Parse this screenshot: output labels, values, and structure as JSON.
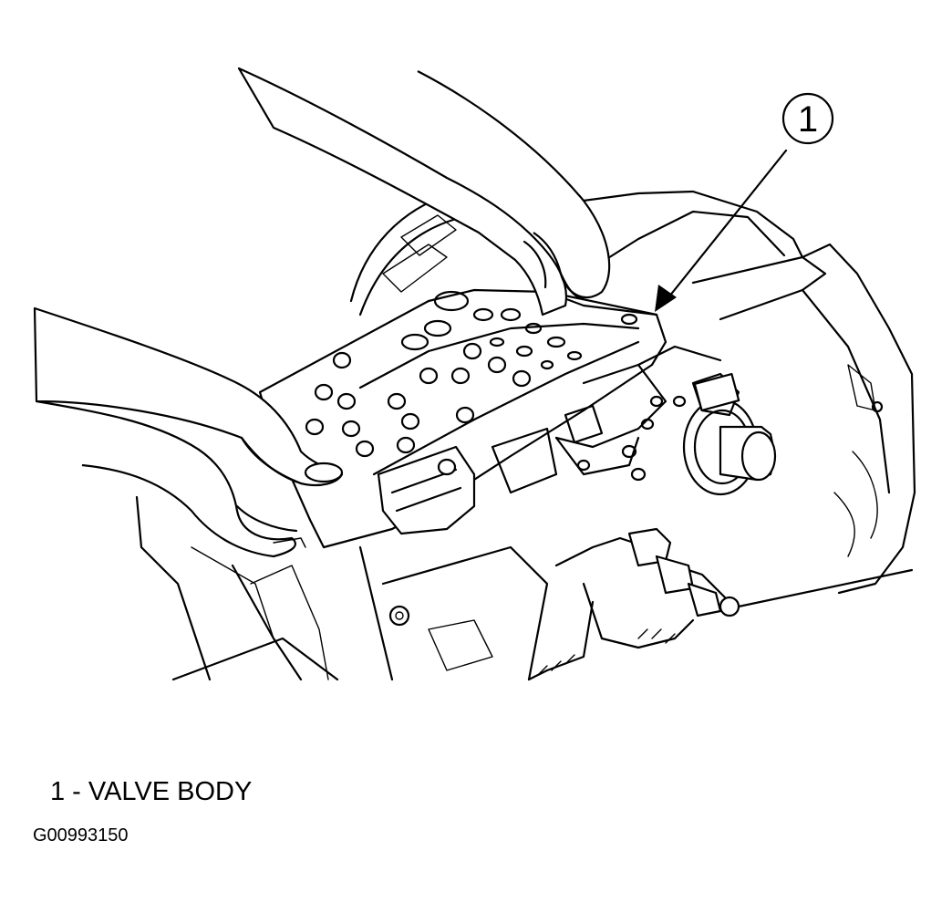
{
  "callout": {
    "number": "1"
  },
  "legend": {
    "item_1": "1 - VALVE BODY"
  },
  "figure_id": "G00993150",
  "colors": {
    "ink": "#000000",
    "paper": "#ffffff"
  }
}
